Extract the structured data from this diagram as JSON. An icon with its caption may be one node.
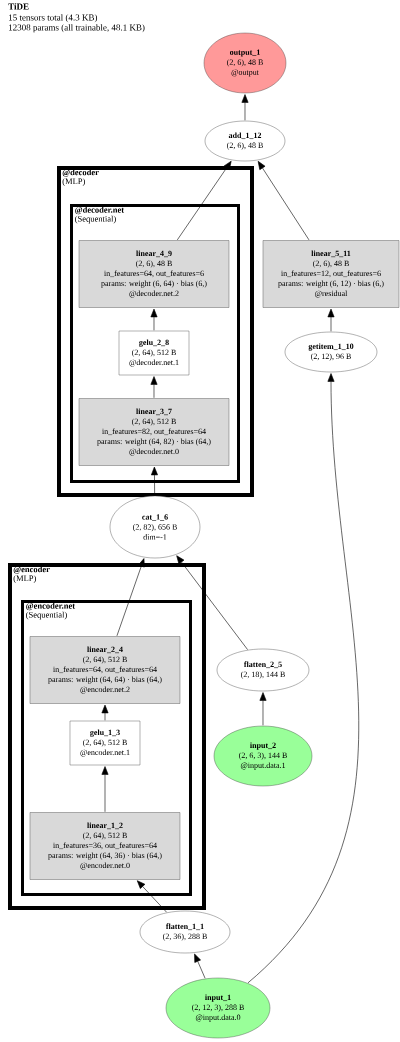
{
  "diagram": {
    "title": "TiDE",
    "labels": [
      "15 tensors total (4.3 KB)",
      "12308 params (all trainable, 48.1 KB)"
    ],
    "nodes": [
      {
        "text": [
          "output_1",
          "(2, 6), 48 B",
          "@output"
        ]
      },
      {
        "text": [
          "add_1_12",
          "(2, 6), 48 B"
        ]
      },
      {
        "text": [
          "@decoder",
          "(MLP)"
        ]
      },
      {
        "text": [
          "@decoder.net",
          "(Sequential)"
        ],
        "in": 2
      },
      {
        "text": [
          "linear_4_9",
          "(2, 6), 48 B",
          "in_features=64, out_features=6",
          "params: weight (6, 64) · bias (6,)",
          "@decoder.net.2"
        ],
        "in": 3
      },
      {
        "text": [
          "gelu_2_8",
          "(2, 64), 512 B",
          "@decoder.net.1"
        ],
        "in": 3
      },
      {
        "text": [
          "linear_3_7",
          "(2, 64), 512 B",
          "in_features=82, out_features=64",
          "params: weight (64, 82) · bias (64,)",
          "@decoder.net.0"
        ],
        "in": 3
      },
      {
        "text": [
          "linear_5_11",
          "(2, 6), 48 B",
          "in_features=12, out_features=6",
          "params: weight (6, 12) · bias (6,)",
          "@residual"
        ]
      },
      {
        "text": [
          "getitem_1_10",
          "(2, 12), 96 B"
        ]
      },
      {
        "text": [
          "cat_1_6",
          "(2, 82), 656 B",
          "dim=-1"
        ]
      },
      {
        "text": [
          "@encoder",
          "(MLP)"
        ]
      },
      {
        "text": [
          "@encoder.net",
          "(Sequential)"
        ],
        "in": 10
      },
      {
        "text": [
          "linear_2_4",
          "(2, 64), 512 B",
          "in_features=64, out_features=64",
          "params: weight (64, 64) · bias (64,)",
          "@encoder.net.2"
        ],
        "in": 11
      },
      {
        "text": [
          "gelu_1_3",
          "(2, 64), 512 B",
          "@encoder.net.1"
        ],
        "in": 11
      },
      {
        "text": [
          "linear_1_2",
          "(2, 64), 512 B",
          "in_features=36, out_features=64",
          "params: weight (64, 36) · bias (64,)",
          "@encoder.net.0"
        ],
        "in": 11
      },
      {
        "text": [
          "flatten_2_5",
          "(2, 18), 144 B"
        ]
      },
      {
        "text": [
          "input_2",
          "(2, 6, 3), 144 B",
          "@input.data.1"
        ]
      },
      {
        "text": [
          "flatten_1_1",
          "(2, 36), 288 B"
        ]
      },
      {
        "text": [
          "input_1",
          "(2, 12, 3), 288 B",
          "@input.data.0"
        ]
      }
    ],
    "edges": [
      {
        "from": 1,
        "to": 0,
        "arrow": "to"
      },
      {
        "from": 4,
        "to": 1,
        "arrow": "to"
      },
      {
        "from": 7,
        "to": 1,
        "arrow": "to"
      },
      {
        "from": 5,
        "to": 4,
        "arrow": "to"
      },
      {
        "from": 6,
        "to": 5,
        "arrow": "to"
      },
      {
        "from": 9,
        "to": 6,
        "arrow": "to"
      },
      {
        "from": 8,
        "to": 7,
        "arrow": "to"
      },
      {
        "from": 18,
        "to": 8,
        "arrow": "to"
      },
      {
        "from": 12,
        "to": 9,
        "arrow": "to"
      },
      {
        "from": 15,
        "to": 9,
        "arrow": "to"
      },
      {
        "from": 13,
        "to": 12,
        "arrow": "to"
      },
      {
        "from": 14,
        "to": 13,
        "arrow": "to"
      },
      {
        "from": 17,
        "to": 14,
        "arrow": "to"
      },
      {
        "from": 16,
        "to": 15,
        "arrow": "to"
      },
      {
        "from": 18,
        "to": 17,
        "arrow": "to"
      }
    ]
  }
}
